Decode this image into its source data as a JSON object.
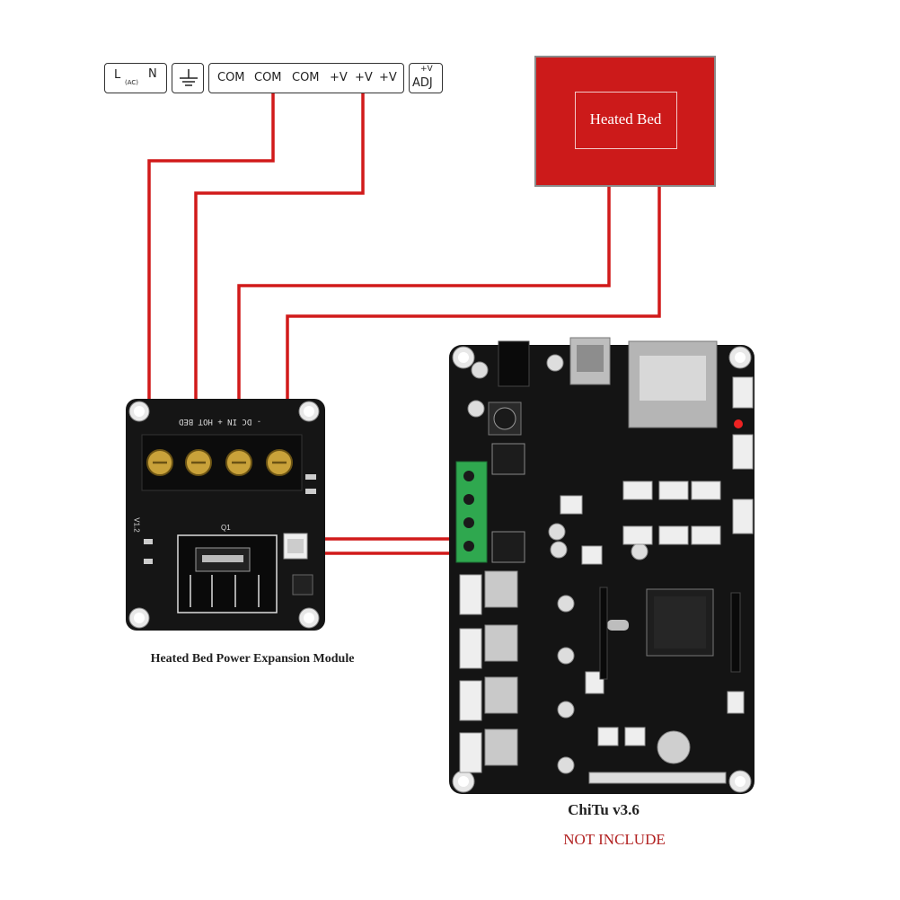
{
  "psu": {
    "ac_l": "L",
    "ac_sub": "(AC)",
    "ac_n": "N",
    "ground_icon": "ground-icon",
    "out1": "COM",
    "out2": "COM",
    "out3": "COM",
    "out4": "+V",
    "out5": "+V",
    "out6": "+V",
    "adj_top": "+V",
    "adj_bottom": "ADJ"
  },
  "heated_bed": {
    "label": "Heated Bed",
    "color": "#cc1a1a"
  },
  "module": {
    "caption": "Heated Bed Power Expansion Module",
    "terminal_labels": "- DC IN +   HOT BED",
    "q1": "Q1",
    "ver": "V1.2"
  },
  "board": {
    "caption": "ChiTu v3.6",
    "note": "NOT INCLUDE",
    "note_color": "#b22222"
  },
  "wire_color": "#d11a1a"
}
